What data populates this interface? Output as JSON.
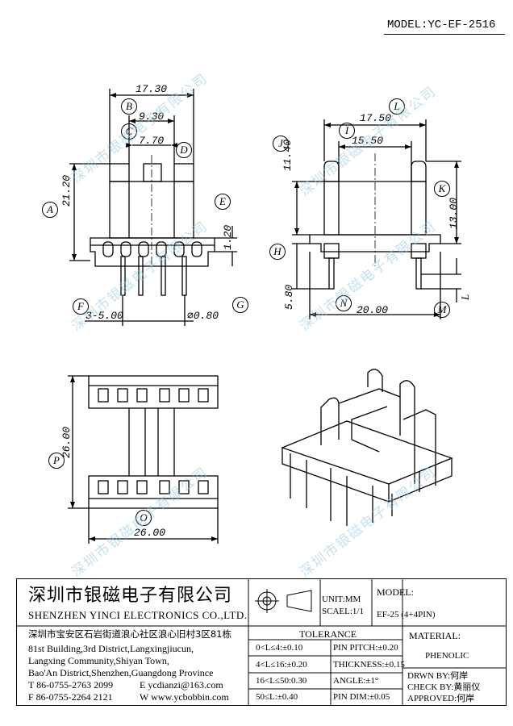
{
  "model_header": "MODEL:YC-EF-2516",
  "drawing": {
    "front": {
      "width_outer": "17.30",
      "width_mid": "9.30",
      "width_inner": "7.70",
      "height": "21.20",
      "step": "1.20",
      "pin_pitch": "3-5.00",
      "pin_dia": "⌀0.80",
      "labels": {
        "A": "A",
        "B": "B",
        "C": "C",
        "D": "D",
        "E": "E",
        "F": "F",
        "G": "G"
      }
    },
    "side": {
      "width_outer": "17.50",
      "width_inner": "15.50",
      "flange_h": "11.40",
      "height": "13.00",
      "base_w": "20.00",
      "pin_len": "5.80",
      "L": "L",
      "labels": {
        "H": "H",
        "I": "I",
        "J": "J",
        "K": "K",
        "L": "L",
        "M": "M",
        "N": "N"
      }
    },
    "bottom": {
      "height": "26.00",
      "width": "26.00",
      "labels": {
        "O": "O",
        "P": "P"
      }
    }
  },
  "watermark": "深圳市银磁电子有限公司",
  "title_block": {
    "company_cn": "深圳市银磁电子有限公司",
    "company_en": "SHENZHEN YINCI ELECTRONICS CO.,LTD.",
    "address_cn": "深圳市宝安区石岩街道浪心社区浪心旧村3区81栋",
    "address_en_1": "81st Building,3rd District,Langxingjiucun,",
    "address_en_2": "Langxing Community,Shiyan Town,",
    "address_en_3": "Bao'An District,Shenzhen,Guangdong Province",
    "tel": "T 86-0755-2763 2099",
    "email": "E ycdianzi@163.com",
    "fax": "F 86-0755-2264 2121",
    "web": "W www.ycbobbin.com",
    "unit": "UNIT:MM",
    "scale": "SCAEL:1/1",
    "model_label": "MODEL:",
    "model_value": "EF-25 (4+4PIN)",
    "tolerance_title": "TOLERANCE",
    "tol_rows": [
      "0<L≤4:±0.10",
      "4<L≤16:±0.20",
      "16<L≤50:0.30",
      "50≤L:±0.40"
    ],
    "tol_right": [
      "PIN PITCH:±0.20",
      "THICKNESS:±0.15",
      "ANGLE:±1°",
      "PIN DIM:±0.05"
    ],
    "material_label": "MATERIAL:",
    "material_value": "PHENOLIC",
    "drawn": "DRWN BY:何岸",
    "check": "CHECK BY:黄丽仪",
    "approved": "APPROVED:何岸"
  }
}
